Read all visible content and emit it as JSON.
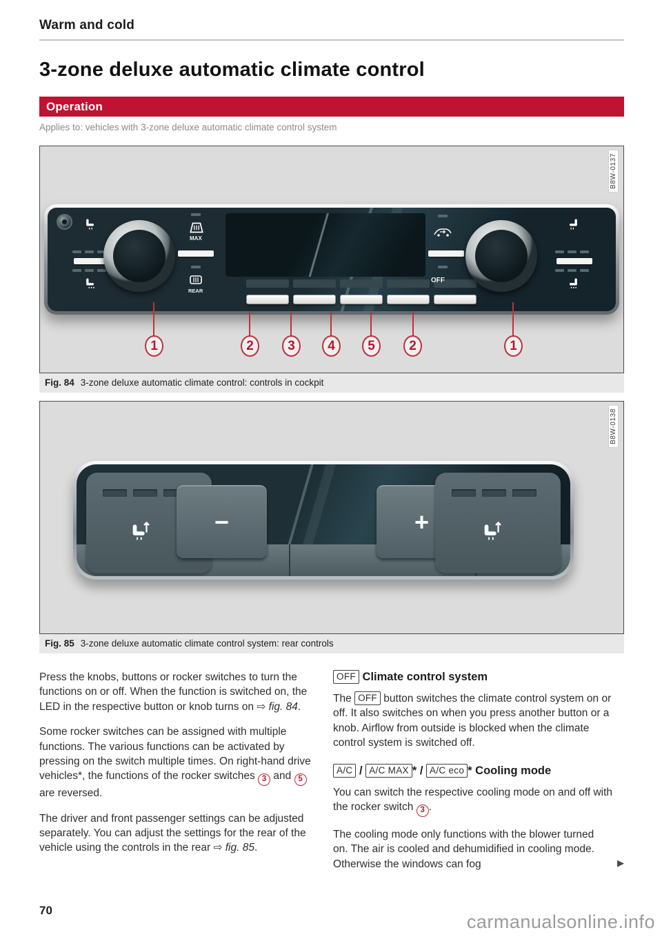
{
  "page": {
    "section": "Warm and cold",
    "title": "3-zone deluxe automatic climate control",
    "banner": "Operation",
    "applies_to": "Applies to: vehicles with 3-zone deluxe automatic climate control system",
    "page_number": "70",
    "watermark": "carmanualsonline.info",
    "continuation_marker": "▶"
  },
  "colors": {
    "accent_red": "#c01232",
    "callout_red": "#c0303c"
  },
  "figure1": {
    "code": "B8W-0137",
    "caption_label": "Fig. 84",
    "caption_text": "3-zone deluxe automatic climate control: controls in cockpit",
    "panel": {
      "max_label": "MAX",
      "rear_label": "REAR",
      "off_label": "OFF"
    },
    "callouts": [
      "1",
      "2",
      "3",
      "4",
      "5",
      "2",
      "1"
    ]
  },
  "figure2": {
    "code": "B8W-0138",
    "caption_label": "Fig. 85",
    "caption_text": "3-zone deluxe automatic climate control system: rear controls",
    "minus_label": "−",
    "plus_label": "+"
  },
  "left_column": {
    "p1_text": "Press the knobs, buttons or rocker switches to turn the functions on or off. When the function is switched on, the LED in the respective button or knob turns on ",
    "p1_arrow": "⇨ ",
    "p1_ref": "fig. 84",
    "p1_end": ".",
    "p2_a": "Some rocker switches can be assigned with multiple functions. The various functions can be activated by pressing on the switch multiple times. On right-hand drive vehicles*, the functions of the rocker switches ",
    "p2_c1": "3",
    "p2_b": " and ",
    "p2_c2": "5",
    "p2_c": " are reversed.",
    "p3_a": "The driver and front passenger settings can be adjusted separately. You can adjust the settings for the rear of the vehicle using the controls in the rear ",
    "p3_arrow": "⇨ ",
    "p3_ref": "fig. 85",
    "p3_end": "."
  },
  "right_column": {
    "h1_box": "OFF",
    "h1_text": "Climate control system",
    "p1_a": "The ",
    "p1_box": "OFF",
    "p1_b": " button switches the climate control system on or off. It also switches on when you press another button or a knob. Airflow from outside is blocked when the climate control system is switched off.",
    "h2_box1": "A/C",
    "h2_sep1": " / ",
    "h2_box2": "A/C MAX",
    "h2_star1": "*",
    "h2_sep2": " / ",
    "h2_box3": "A/C eco",
    "h2_star2": "*",
    "h2_text": " Cooling mode",
    "p2_a": "You can switch the respective cooling mode on and off with the rocker switch ",
    "p2_c1": "3",
    "p2_end": ".",
    "p3": "The cooling mode only functions with the blower turned on. The air is cooled and dehumidified in cooling mode. Otherwise the windows can fog"
  }
}
